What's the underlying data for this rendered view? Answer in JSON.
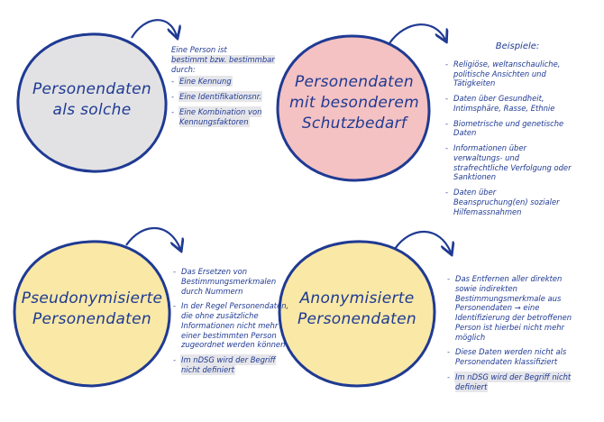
{
  "colors": {
    "ink": "#1f3a93",
    "fill_gray": "#e2e2e4",
    "fill_pink": "#f4c2c2",
    "fill_yellow": "#f9e8a6",
    "highlight": "#e6e6ea"
  },
  "quadrants": [
    {
      "title_lines": [
        "Personendaten",
        "als solche"
      ],
      "fill": "#e2e2e4",
      "lead_lines": [
        "Eine Person ist",
        "bestimmt bzw. bestimmbar",
        "durch:"
      ],
      "items": [
        "Eine Kennung",
        "Eine Identifikationsnr.",
        "Eine Kombination von Kennungsfaktoren"
      ]
    },
    {
      "title_lines": [
        "Personendaten",
        "mit besonderem",
        "Schutzbedarf"
      ],
      "fill": "#f4c2c2",
      "heading": "Beispiele:",
      "items": [
        "Religiöse, weltanschauliche, politische Ansichten und Tätigkeiten",
        "Daten über Gesundheit, Intimsphäre, Rasse, Ethnie",
        "Biometrische und genetische Daten",
        "Informationen über verwaltungs- und strafrechtliche Verfolgung oder Sanktionen",
        "Daten über Beanspruchung(en) sozialer Hilfemassnahmen"
      ]
    },
    {
      "title_lines": [
        "Pseudonymisierte",
        "Personendaten"
      ],
      "fill": "#f9e8a6",
      "items": [
        "Das Ersetzen von Bestimmungsmerkmalen durch Nummern",
        "In der Regel Personendaten, die ohne zusätzliche Informationen nicht mehr einer bestimmten Person zugeordnet werden können",
        "Im nDSG wird der Begriff nicht definiert"
      ]
    },
    {
      "title_lines": [
        "Anonymisierte",
        "Personendaten"
      ],
      "fill": "#f9e8a6",
      "items": [
        "Das Entfernen aller direkten sowie indirekten Bestimmungsmerkmale aus Personendaten → eine Identifizierung der betroffenen Person ist hierbei nicht mehr möglich",
        "Diese Daten werden nicht als Personendaten klassifiziert",
        "Im nDSG wird der Begriff nicht definiert"
      ]
    }
  ]
}
